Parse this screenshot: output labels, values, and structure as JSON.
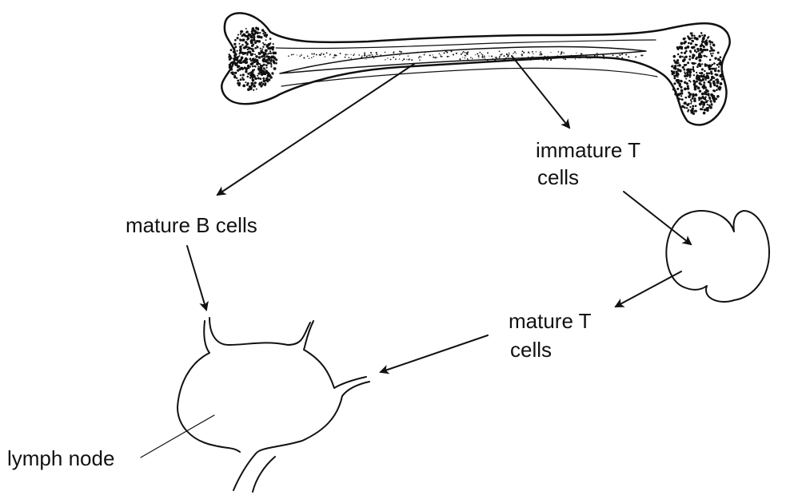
{
  "diagram": {
    "labels": {
      "immature_t_line1": "immature T",
      "immature_t_line2": "cells",
      "mature_b": "mature B cells",
      "mature_t_line1": "mature T",
      "mature_t_line2": "cells",
      "lymph_node": "lymph node"
    },
    "parts": {
      "bone": "bone",
      "thymus": "thymus",
      "lymph_node": "lymph node"
    },
    "arrows": [
      {
        "from": "bone",
        "to": "mature B cells"
      },
      {
        "from": "bone",
        "to": "immature T cells"
      },
      {
        "from": "immature T cells",
        "to": "thymus"
      },
      {
        "from": "thymus",
        "to": "mature T cells"
      },
      {
        "from": "mature B cells",
        "to": "lymph node"
      },
      {
        "from": "mature T cells",
        "to": "lymph node"
      }
    ],
    "colors": {
      "ink": "#111111",
      "background": "#ffffff"
    }
  }
}
